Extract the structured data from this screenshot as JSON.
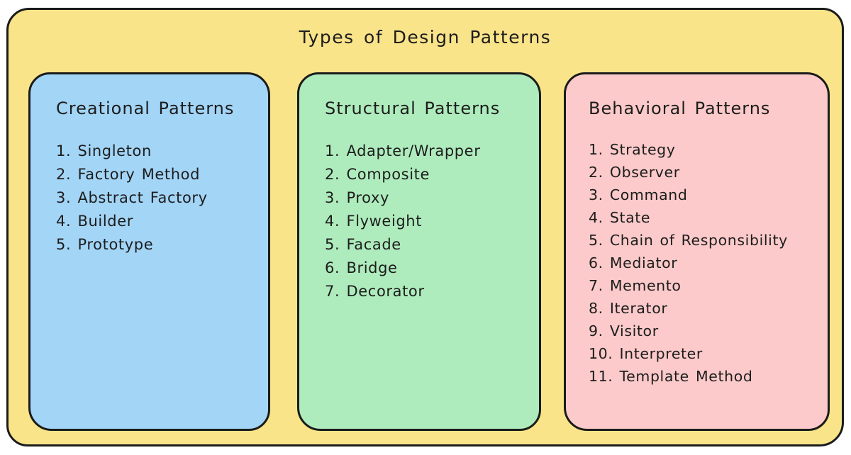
{
  "title": "Types of Design Patterns",
  "colors": {
    "background": "#ffffff",
    "outer_box": "#FAE48A",
    "creational_box": "#A3D5F7",
    "structural_box": "#AFECBD",
    "behavioral_box": "#FCCACA",
    "border": "#1b1b1b",
    "text": "#1d1d1d"
  },
  "groups": [
    {
      "heading": "Creational Patterns",
      "items": [
        "1. Singleton",
        "2. Factory Method",
        "3. Abstract Factory",
        "4. Builder",
        "5. Prototype"
      ]
    },
    {
      "heading": "Structural Patterns",
      "items": [
        "1. Adapter/Wrapper",
        "2. Composite",
        "3. Proxy",
        "4. Flyweight",
        "5. Facade",
        "6. Bridge",
        "7. Decorator"
      ]
    },
    {
      "heading": "Behavioral Patterns",
      "items": [
        "1. Strategy",
        "2. Observer",
        "3. Command",
        "4. State",
        "5. Chain of Responsibility",
        "6. Mediator",
        "7. Memento",
        "8. Iterator",
        "9. Visitor",
        "10. Interpreter",
        "11. Template Method"
      ]
    }
  ]
}
